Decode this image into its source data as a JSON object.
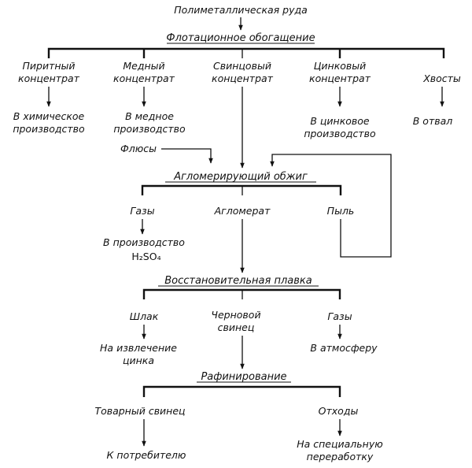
{
  "top": "Полиметаллическая руда",
  "flotation": {
    "title": "Флотационное обогащение",
    "products": [
      {
        "l1": "Пиритный",
        "l2": "концентрат",
        "d1": "В химическое",
        "d2": "производство"
      },
      {
        "l1": "Медный",
        "l2": "концентрат",
        "d1": "В медное",
        "d2": "производство"
      },
      {
        "l1": "Свинцовый",
        "l2": "концентрат",
        "d1": "",
        "d2": ""
      },
      {
        "l1": "Цинковый",
        "l2": "концентрат",
        "d1": "В цинковое",
        "d2": "производство"
      },
      {
        "l1": "Хвосты",
        "l2": "",
        "d1": "В отвал",
        "d2": ""
      }
    ]
  },
  "fluxes": "Флюсы",
  "sintering": {
    "title": "Агломерирующий обжиг",
    "gases": "Газы",
    "agglomerate": "Агломерат",
    "dust": "Пыль",
    "gases_dest1": "В производство",
    "gases_dest2": "H₂SO₄"
  },
  "smelting": {
    "title": "Восстановительная плавка",
    "slag": "Шлак",
    "bullion1": "Черновой",
    "bullion2": "свинец",
    "gases": "Газы",
    "slag_dest1": "На извлечение",
    "slag_dest2": "цинка",
    "gases_dest": "В атмосферу"
  },
  "refining": {
    "title": "Рафинирование",
    "lead": "Товарный свинец",
    "waste": "Отходы",
    "lead_dest": "К потребителю",
    "waste_dest1": "На специальную",
    "waste_dest2": "переработку"
  }
}
